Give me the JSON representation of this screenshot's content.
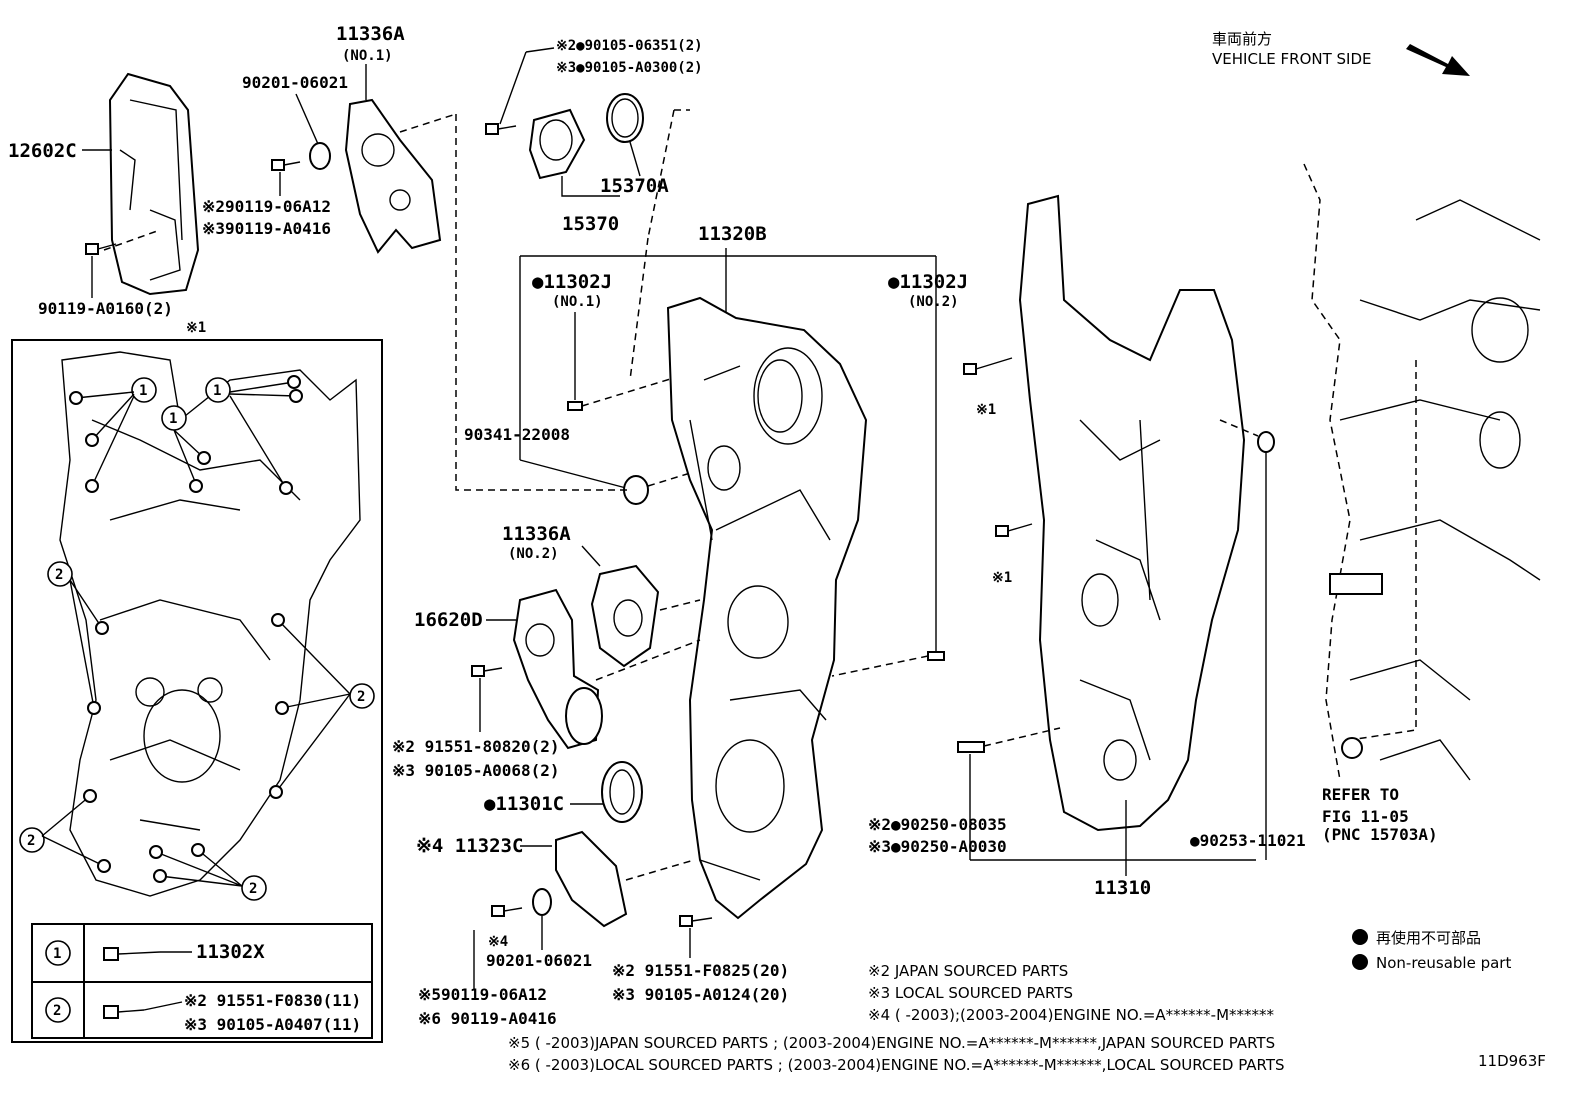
{
  "header": {
    "vehicle_front_jp": "車両前方",
    "vehicle_front_en": "VEHICLE FRONT SIDE"
  },
  "labels": {
    "p12602C": "12602C",
    "p11336A_1": "11336A",
    "p11336A_1_sub": "(NO.1)",
    "p90201_top": "90201-06021",
    "p90119_06A12": "※290119-06A12",
    "p90119_A0416": "※390119-A0416",
    "p90119_A0160": "90119-A0160(2)",
    "mark1_top": "※1",
    "p90105_06351": "※2●90105-06351(2)",
    "p90105_A0300": "※3●90105-A0300(2)",
    "p15370A": "15370A",
    "p15370": "15370",
    "p11320B": "11320B",
    "p11302J_1": "●11302J",
    "p11302J_1_sub": "(NO.1)",
    "p11302J_2": "●11302J",
    "p11302J_2_sub": "(NO.2)",
    "p90341": "90341-22008",
    "p11336A_2": "11336A",
    "p11336A_2_sub": "(NO.2)",
    "p16620D": "16620D",
    "p91551_80820": "※2 91551-80820(2)",
    "p90105_A0068": "※3 90105-A0068(2)",
    "p11301C": "●11301C",
    "p11323C": "※4 11323C",
    "mark4": "※4",
    "p90201_bot": "90201-06021",
    "p90119_06A12_b": "※590119-06A12",
    "p90119_A0416_b": "※6 90119-A0416",
    "p91551_F0825": "※2 91551-F0825(20)",
    "p90105_A0124": "※3 90105-A0124(20)",
    "mark1_a": "※1",
    "mark1_b": "※1",
    "p90250_08035": "※2●90250-08035",
    "p90250_A0030": "※3●90250-A0030",
    "p90253": "●90253-11021",
    "p11310": "11310",
    "refer1": "REFER TO",
    "refer2": "FIG 11-05",
    "refer3": "(PNC 15703A)",
    "legend_jp": "再使用不可部品",
    "legend_en": "Non-reusable part",
    "fig_id": "11D963F"
  },
  "inset": {
    "callout_1": "1",
    "callout_2": "2",
    "row1_part": "11302X",
    "row2_a": "※2 91551-F0830(11)",
    "row2_b": "※3 90105-A0407(11)"
  },
  "notes": {
    "n2": "※2 JAPAN SOURCED PARTS",
    "n3": "※3 LOCAL SOURCED PARTS",
    "n4": "※4 (       -2003);(2003-2004)ENGINE NO.=A******-M******",
    "n5": "※5 (       -2003)JAPAN SOURCED PARTS ; (2003-2004)ENGINE NO.=A******-M******,JAPAN SOURCED PARTS",
    "n6": "※6 (       -2003)LOCAL SOURCED PARTS ; (2003-2004)ENGINE NO.=A******-M******,LOCAL SOURCED PARTS"
  },
  "colors": {
    "ink": "#000000",
    "paper": "#ffffff"
  }
}
